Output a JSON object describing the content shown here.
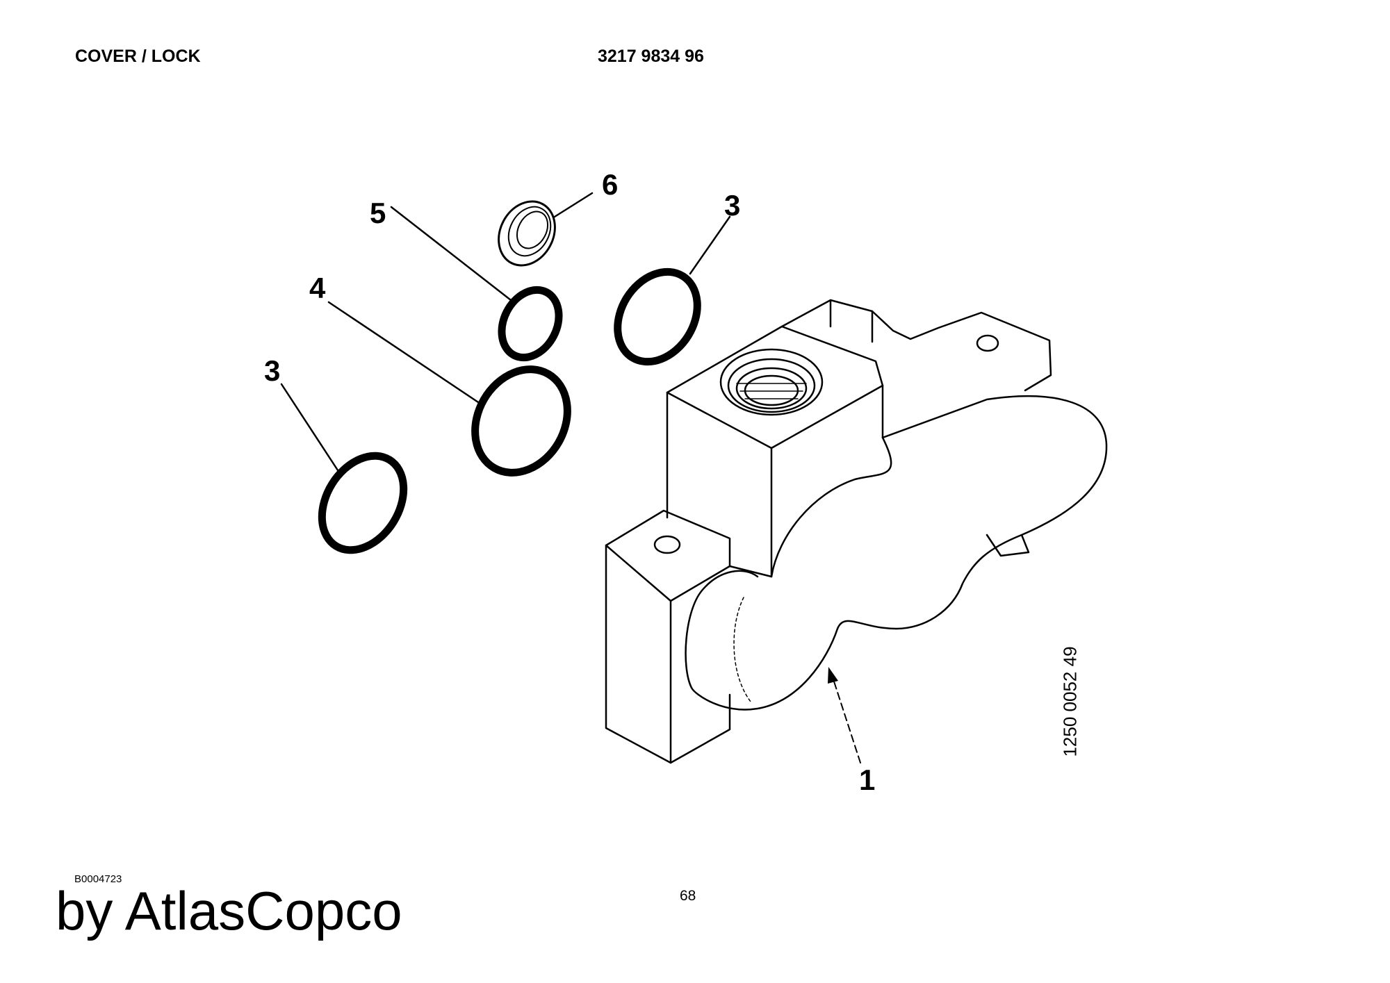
{
  "header": {
    "title": "COVER / LOCK",
    "document_number": "3217 9834 96"
  },
  "diagram": {
    "callouts": [
      {
        "id": "c6",
        "label": "6"
      },
      {
        "id": "c5",
        "label": "5"
      },
      {
        "id": "c3a",
        "label": "3"
      },
      {
        "id": "c4",
        "label": "4"
      },
      {
        "id": "c3b",
        "label": "3"
      },
      {
        "id": "c1",
        "label": "1"
      }
    ],
    "reference_code": "1250 0052 49"
  },
  "footer": {
    "figure_code": "B0004723",
    "page_number": "68",
    "brand": "by AtlasCopco"
  }
}
